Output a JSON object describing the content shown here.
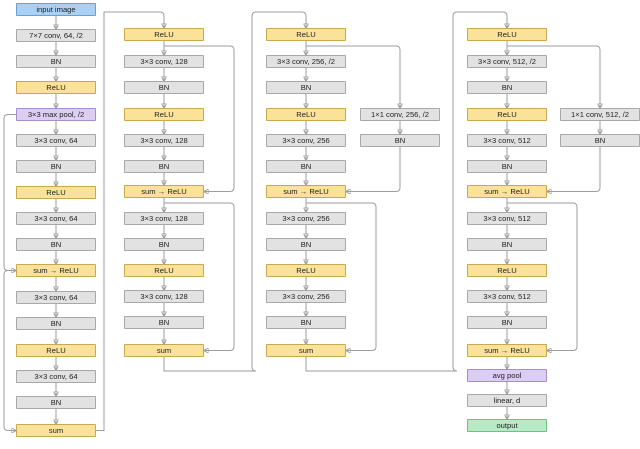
{
  "nodes": [
    {
      "id": "input-image",
      "label": "input image",
      "kind": "input"
    },
    {
      "id": "stem-conv",
      "label": "7×7 conv, 64, /2",
      "kind": "conv"
    },
    {
      "id": "stem-bn",
      "label": "BN",
      "kind": "bn"
    },
    {
      "id": "stem-relu",
      "label": "ReLU",
      "kind": "relu"
    },
    {
      "id": "stem-maxpool",
      "label": "3×3 max pool, /2",
      "kind": "pool"
    },
    {
      "id": "s1b1-conv1",
      "label": "3×3 conv, 64",
      "kind": "conv"
    },
    {
      "id": "s1b1-bn1",
      "label": "BN",
      "kind": "bn"
    },
    {
      "id": "s1b1-relu",
      "label": "ReLU",
      "kind": "relu"
    },
    {
      "id": "s1b1-conv2",
      "label": "3×3 conv, 64",
      "kind": "conv"
    },
    {
      "id": "s1b1-bn2",
      "label": "BN",
      "kind": "bn"
    },
    {
      "id": "s1b1-sum",
      "label": "sum → ReLU",
      "kind": "sum"
    },
    {
      "id": "s1b2-conv1",
      "label": "3×3 conv, 64",
      "kind": "conv"
    },
    {
      "id": "s1b2-bn1",
      "label": "BN",
      "kind": "bn"
    },
    {
      "id": "s1b2-relu",
      "label": "ReLU",
      "kind": "relu"
    },
    {
      "id": "s1b2-conv2",
      "label": "3×3 conv, 64",
      "kind": "conv"
    },
    {
      "id": "s1b2-bn2",
      "label": "BN",
      "kind": "bn"
    },
    {
      "id": "s1b2-sum",
      "label": "sum",
      "kind": "sum"
    },
    {
      "id": "s2-relu-in",
      "label": "ReLU",
      "kind": "relu"
    },
    {
      "id": "s2b1-conv1",
      "label": "3×3 conv, 128",
      "kind": "conv"
    },
    {
      "id": "s2b1-bn1",
      "label": "BN",
      "kind": "bn"
    },
    {
      "id": "s2b1-relu",
      "label": "ReLU",
      "kind": "relu"
    },
    {
      "id": "s2b1-conv2",
      "label": "3×3 conv, 128",
      "kind": "conv"
    },
    {
      "id": "s2b1-bn2",
      "label": "BN",
      "kind": "bn"
    },
    {
      "id": "s2b1-sum",
      "label": "sum → ReLU",
      "kind": "sum"
    },
    {
      "id": "s2b2-conv1",
      "label": "3×3 conv, 128",
      "kind": "conv"
    },
    {
      "id": "s2b2-bn1",
      "label": "BN",
      "kind": "bn"
    },
    {
      "id": "s2b2-relu",
      "label": "ReLU",
      "kind": "relu"
    },
    {
      "id": "s2b2-conv2",
      "label": "3×3 conv, 128",
      "kind": "conv"
    },
    {
      "id": "s2b2-bn2",
      "label": "BN",
      "kind": "bn"
    },
    {
      "id": "s2b2-sum",
      "label": "sum",
      "kind": "sum"
    },
    {
      "id": "s3-relu-in",
      "label": "ReLU",
      "kind": "relu"
    },
    {
      "id": "s3b1-conv1",
      "label": "3×3 conv, 256, /2",
      "kind": "conv"
    },
    {
      "id": "s3b1-bn1",
      "label": "BN",
      "kind": "bn"
    },
    {
      "id": "s3b1-relu",
      "label": "ReLU",
      "kind": "relu"
    },
    {
      "id": "s3b1-conv2",
      "label": "3×3 conv, 256",
      "kind": "conv"
    },
    {
      "id": "s3b1-bn2",
      "label": "BN",
      "kind": "bn"
    },
    {
      "id": "s3-proj-conv",
      "label": "1×1 conv, 256, /2",
      "kind": "conv"
    },
    {
      "id": "s3-proj-bn",
      "label": "BN",
      "kind": "bn"
    },
    {
      "id": "s3b1-sum",
      "label": "sum → ReLU",
      "kind": "sum"
    },
    {
      "id": "s3b2-conv1",
      "label": "3×3 conv, 256",
      "kind": "conv"
    },
    {
      "id": "s3b2-bn1",
      "label": "BN",
      "kind": "bn"
    },
    {
      "id": "s3b2-relu",
      "label": "ReLU",
      "kind": "relu"
    },
    {
      "id": "s3b2-conv2",
      "label": "3×3 conv, 256",
      "kind": "conv"
    },
    {
      "id": "s3b2-bn2",
      "label": "BN",
      "kind": "bn"
    },
    {
      "id": "s3b2-sum",
      "label": "sum",
      "kind": "sum"
    },
    {
      "id": "s4-relu-in",
      "label": "ReLU",
      "kind": "relu"
    },
    {
      "id": "s4b1-conv1",
      "label": "3×3 conv, 512, /2",
      "kind": "conv"
    },
    {
      "id": "s4b1-bn1",
      "label": "BN",
      "kind": "bn"
    },
    {
      "id": "s4b1-relu",
      "label": "ReLU",
      "kind": "relu"
    },
    {
      "id": "s4b1-conv2",
      "label": "3×3 conv, 512",
      "kind": "conv"
    },
    {
      "id": "s4b1-bn2",
      "label": "BN",
      "kind": "bn"
    },
    {
      "id": "s4-proj-conv",
      "label": "1×1 conv, 512, /2",
      "kind": "conv"
    },
    {
      "id": "s4-proj-bn",
      "label": "BN",
      "kind": "bn"
    },
    {
      "id": "s4b1-sum",
      "label": "sum → ReLU",
      "kind": "sum"
    },
    {
      "id": "s4b2-conv1",
      "label": "3×3 conv, 512",
      "kind": "conv"
    },
    {
      "id": "s4b2-bn1",
      "label": "BN",
      "kind": "bn"
    },
    {
      "id": "s4b2-relu",
      "label": "ReLU",
      "kind": "relu"
    },
    {
      "id": "s4b2-conv2",
      "label": "3×3 conv, 512",
      "kind": "conv"
    },
    {
      "id": "s4b2-bn2",
      "label": "BN",
      "kind": "bn"
    },
    {
      "id": "s4b2-sum",
      "label": "sum → ReLU",
      "kind": "sum"
    },
    {
      "id": "avg-pool",
      "label": "avg pool",
      "kind": "pool"
    },
    {
      "id": "linear",
      "label": "linear, d",
      "kind": "op"
    },
    {
      "id": "output",
      "label": "output",
      "kind": "output"
    }
  ],
  "edges": [
    [
      "input-image",
      "stem-conv"
    ],
    [
      "stem-conv",
      "stem-bn"
    ],
    [
      "stem-bn",
      "stem-relu"
    ],
    [
      "stem-relu",
      "stem-maxpool"
    ],
    [
      "stem-maxpool",
      "s1b1-conv1"
    ],
    [
      "s1b1-conv1",
      "s1b1-bn1"
    ],
    [
      "s1b1-bn1",
      "s1b1-relu"
    ],
    [
      "s1b1-relu",
      "s1b1-conv2"
    ],
    [
      "s1b1-conv2",
      "s1b1-bn2"
    ],
    [
      "s1b1-bn2",
      "s1b1-sum"
    ],
    [
      "stem-maxpool",
      "s1b1-sum"
    ],
    [
      "s1b1-sum",
      "s1b2-conv1"
    ],
    [
      "s1b2-conv1",
      "s1b2-bn1"
    ],
    [
      "s1b2-bn1",
      "s1b2-relu"
    ],
    [
      "s1b2-relu",
      "s1b2-conv2"
    ],
    [
      "s1b2-conv2",
      "s1b2-bn2"
    ],
    [
      "s1b2-bn2",
      "s1b2-sum"
    ],
    [
      "s1b1-sum",
      "s1b2-sum"
    ],
    [
      "s1b2-sum",
      "s2-relu-in"
    ],
    [
      "s2-relu-in",
      "s2b1-conv1"
    ],
    [
      "s2b1-conv1",
      "s2b1-bn1"
    ],
    [
      "s2b1-bn1",
      "s2b1-relu"
    ],
    [
      "s2b1-relu",
      "s2b1-conv2"
    ],
    [
      "s2b1-conv2",
      "s2b1-bn2"
    ],
    [
      "s2b1-bn2",
      "s2b1-sum"
    ],
    [
      "s2-relu-in",
      "s2b1-sum"
    ],
    [
      "s2b1-sum",
      "s2b2-conv1"
    ],
    [
      "s2b2-conv1",
      "s2b2-bn1"
    ],
    [
      "s2b2-bn1",
      "s2b2-relu"
    ],
    [
      "s2b2-relu",
      "s2b2-conv2"
    ],
    [
      "s2b2-conv2",
      "s2b2-bn2"
    ],
    [
      "s2b2-bn2",
      "s2b2-sum"
    ],
    [
      "s2b1-sum",
      "s2b2-sum"
    ],
    [
      "s2b2-sum",
      "s3-relu-in"
    ],
    [
      "s3-relu-in",
      "s3b1-conv1"
    ],
    [
      "s3b1-conv1",
      "s3b1-bn1"
    ],
    [
      "s3b1-bn1",
      "s3b1-relu"
    ],
    [
      "s3b1-relu",
      "s3b1-conv2"
    ],
    [
      "s3b1-conv2",
      "s3b1-bn2"
    ],
    [
      "s3b1-bn2",
      "s3b1-sum"
    ],
    [
      "s3-relu-in",
      "s3-proj-conv"
    ],
    [
      "s3-proj-conv",
      "s3-proj-bn"
    ],
    [
      "s3-proj-bn",
      "s3b1-sum"
    ],
    [
      "s3b1-sum",
      "s3b2-conv1"
    ],
    [
      "s3b2-conv1",
      "s3b2-bn1"
    ],
    [
      "s3b2-bn1",
      "s3b2-relu"
    ],
    [
      "s3b2-relu",
      "s3b2-conv2"
    ],
    [
      "s3b2-conv2",
      "s3b2-bn2"
    ],
    [
      "s3b2-bn2",
      "s3b2-sum"
    ],
    [
      "s3b1-sum",
      "s3b2-sum"
    ],
    [
      "s3b2-sum",
      "s4-relu-in"
    ],
    [
      "s4-relu-in",
      "s4b1-conv1"
    ],
    [
      "s4b1-conv1",
      "s4b1-bn1"
    ],
    [
      "s4b1-bn1",
      "s4b1-relu"
    ],
    [
      "s4b1-relu",
      "s4b1-conv2"
    ],
    [
      "s4b1-conv2",
      "s4b1-bn2"
    ],
    [
      "s4b1-bn2",
      "s4b1-sum"
    ],
    [
      "s4-relu-in",
      "s4-proj-conv"
    ],
    [
      "s4-proj-conv",
      "s4-proj-bn"
    ],
    [
      "s4-proj-bn",
      "s4b1-sum"
    ],
    [
      "s4b1-sum",
      "s4b2-conv1"
    ],
    [
      "s4b2-conv1",
      "s4b2-bn1"
    ],
    [
      "s4b2-bn1",
      "s4b2-relu"
    ],
    [
      "s4b2-relu",
      "s4b2-conv2"
    ],
    [
      "s4b2-conv2",
      "s4b2-bn2"
    ],
    [
      "s4b2-bn2",
      "s4b2-sum"
    ],
    [
      "s4b1-sum",
      "s4b2-sum"
    ],
    [
      "s4b2-sum",
      "avg-pool"
    ],
    [
      "avg-pool",
      "linear"
    ],
    [
      "linear",
      "output"
    ]
  ]
}
